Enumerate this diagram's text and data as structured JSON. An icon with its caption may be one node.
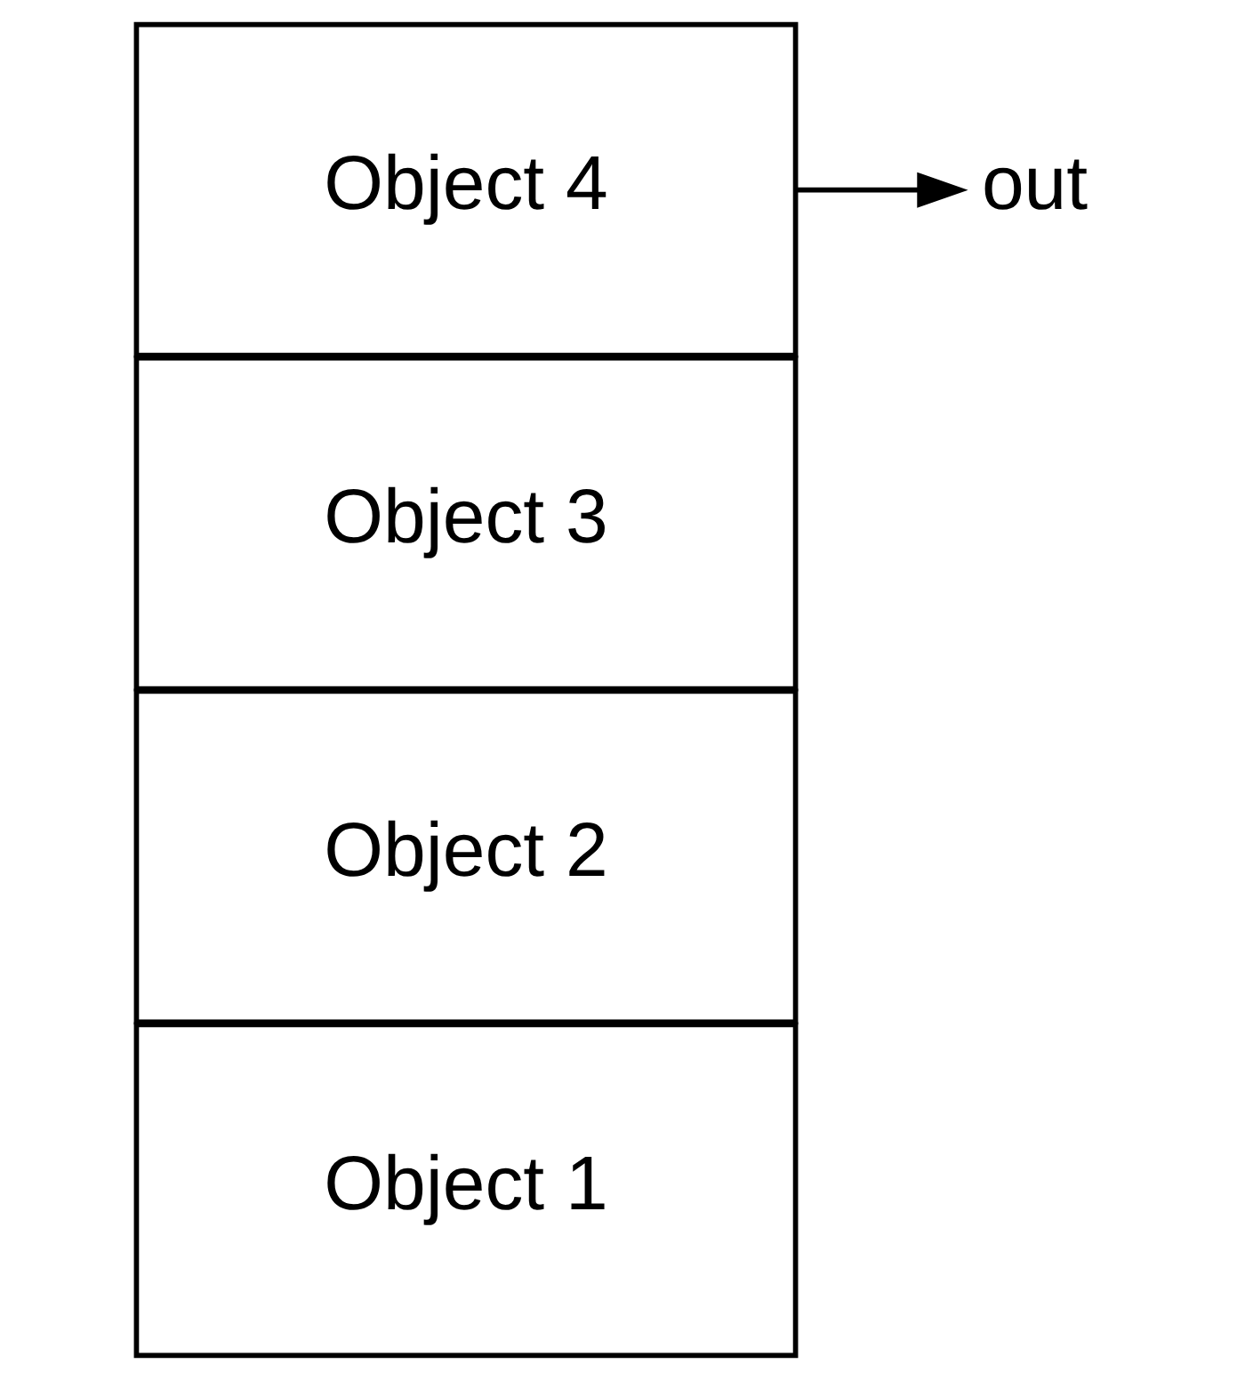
{
  "diagram": {
    "nodes": [
      {
        "text": [
          "Object 4"
        ]
      },
      {
        "text": [
          "Object 3"
        ]
      },
      {
        "text": [
          "Object 2"
        ]
      },
      {
        "text": [
          "Object 1"
        ]
      },
      {
        "text": [
          "out"
        ]
      }
    ],
    "edges": [
      {
        "from": 0,
        "to": 4,
        "arrow": "to"
      }
    ]
  }
}
